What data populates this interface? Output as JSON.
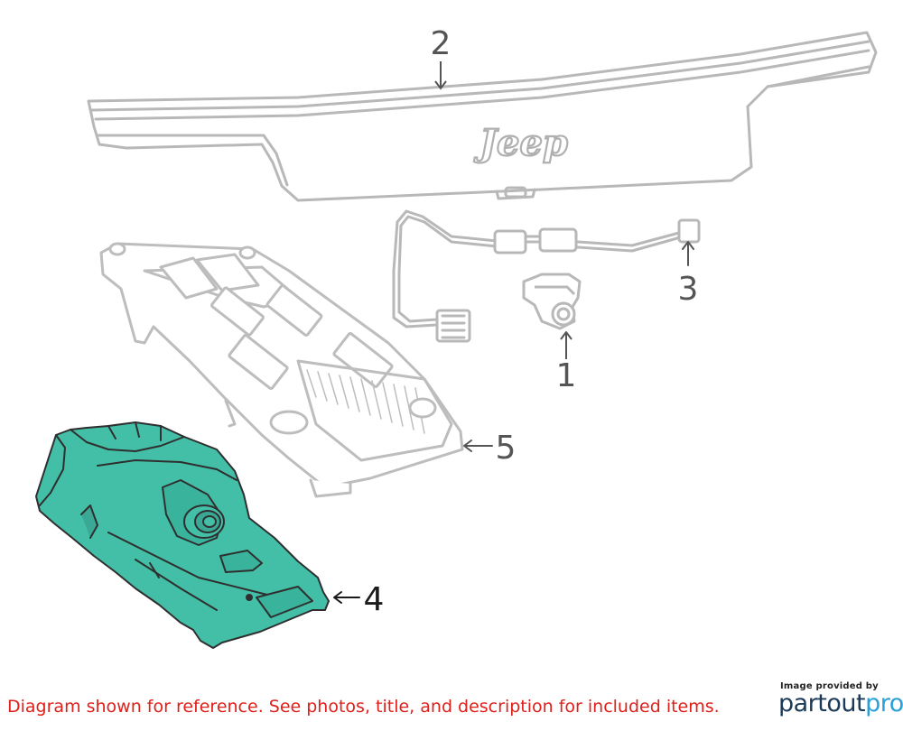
{
  "callouts": [
    {
      "id": "1",
      "label": "1"
    },
    {
      "id": "2",
      "label": "2"
    },
    {
      "id": "3",
      "label": "3"
    },
    {
      "id": "4",
      "label": "4"
    },
    {
      "id": "5",
      "label": "5"
    }
  ],
  "brand_text": "Jeep",
  "disclaimer": "Diagram shown for reference. See photos, title, and description for included items.",
  "credit": {
    "small_text": "Image provided by",
    "logo_part1": "partout",
    "logo_part2": "pro"
  },
  "colors": {
    "highlight_fill": "#43bfa7",
    "line_gray": "#bdbdbd",
    "outline_dark": "#333333",
    "disclaimer_red": "#e0201b"
  }
}
